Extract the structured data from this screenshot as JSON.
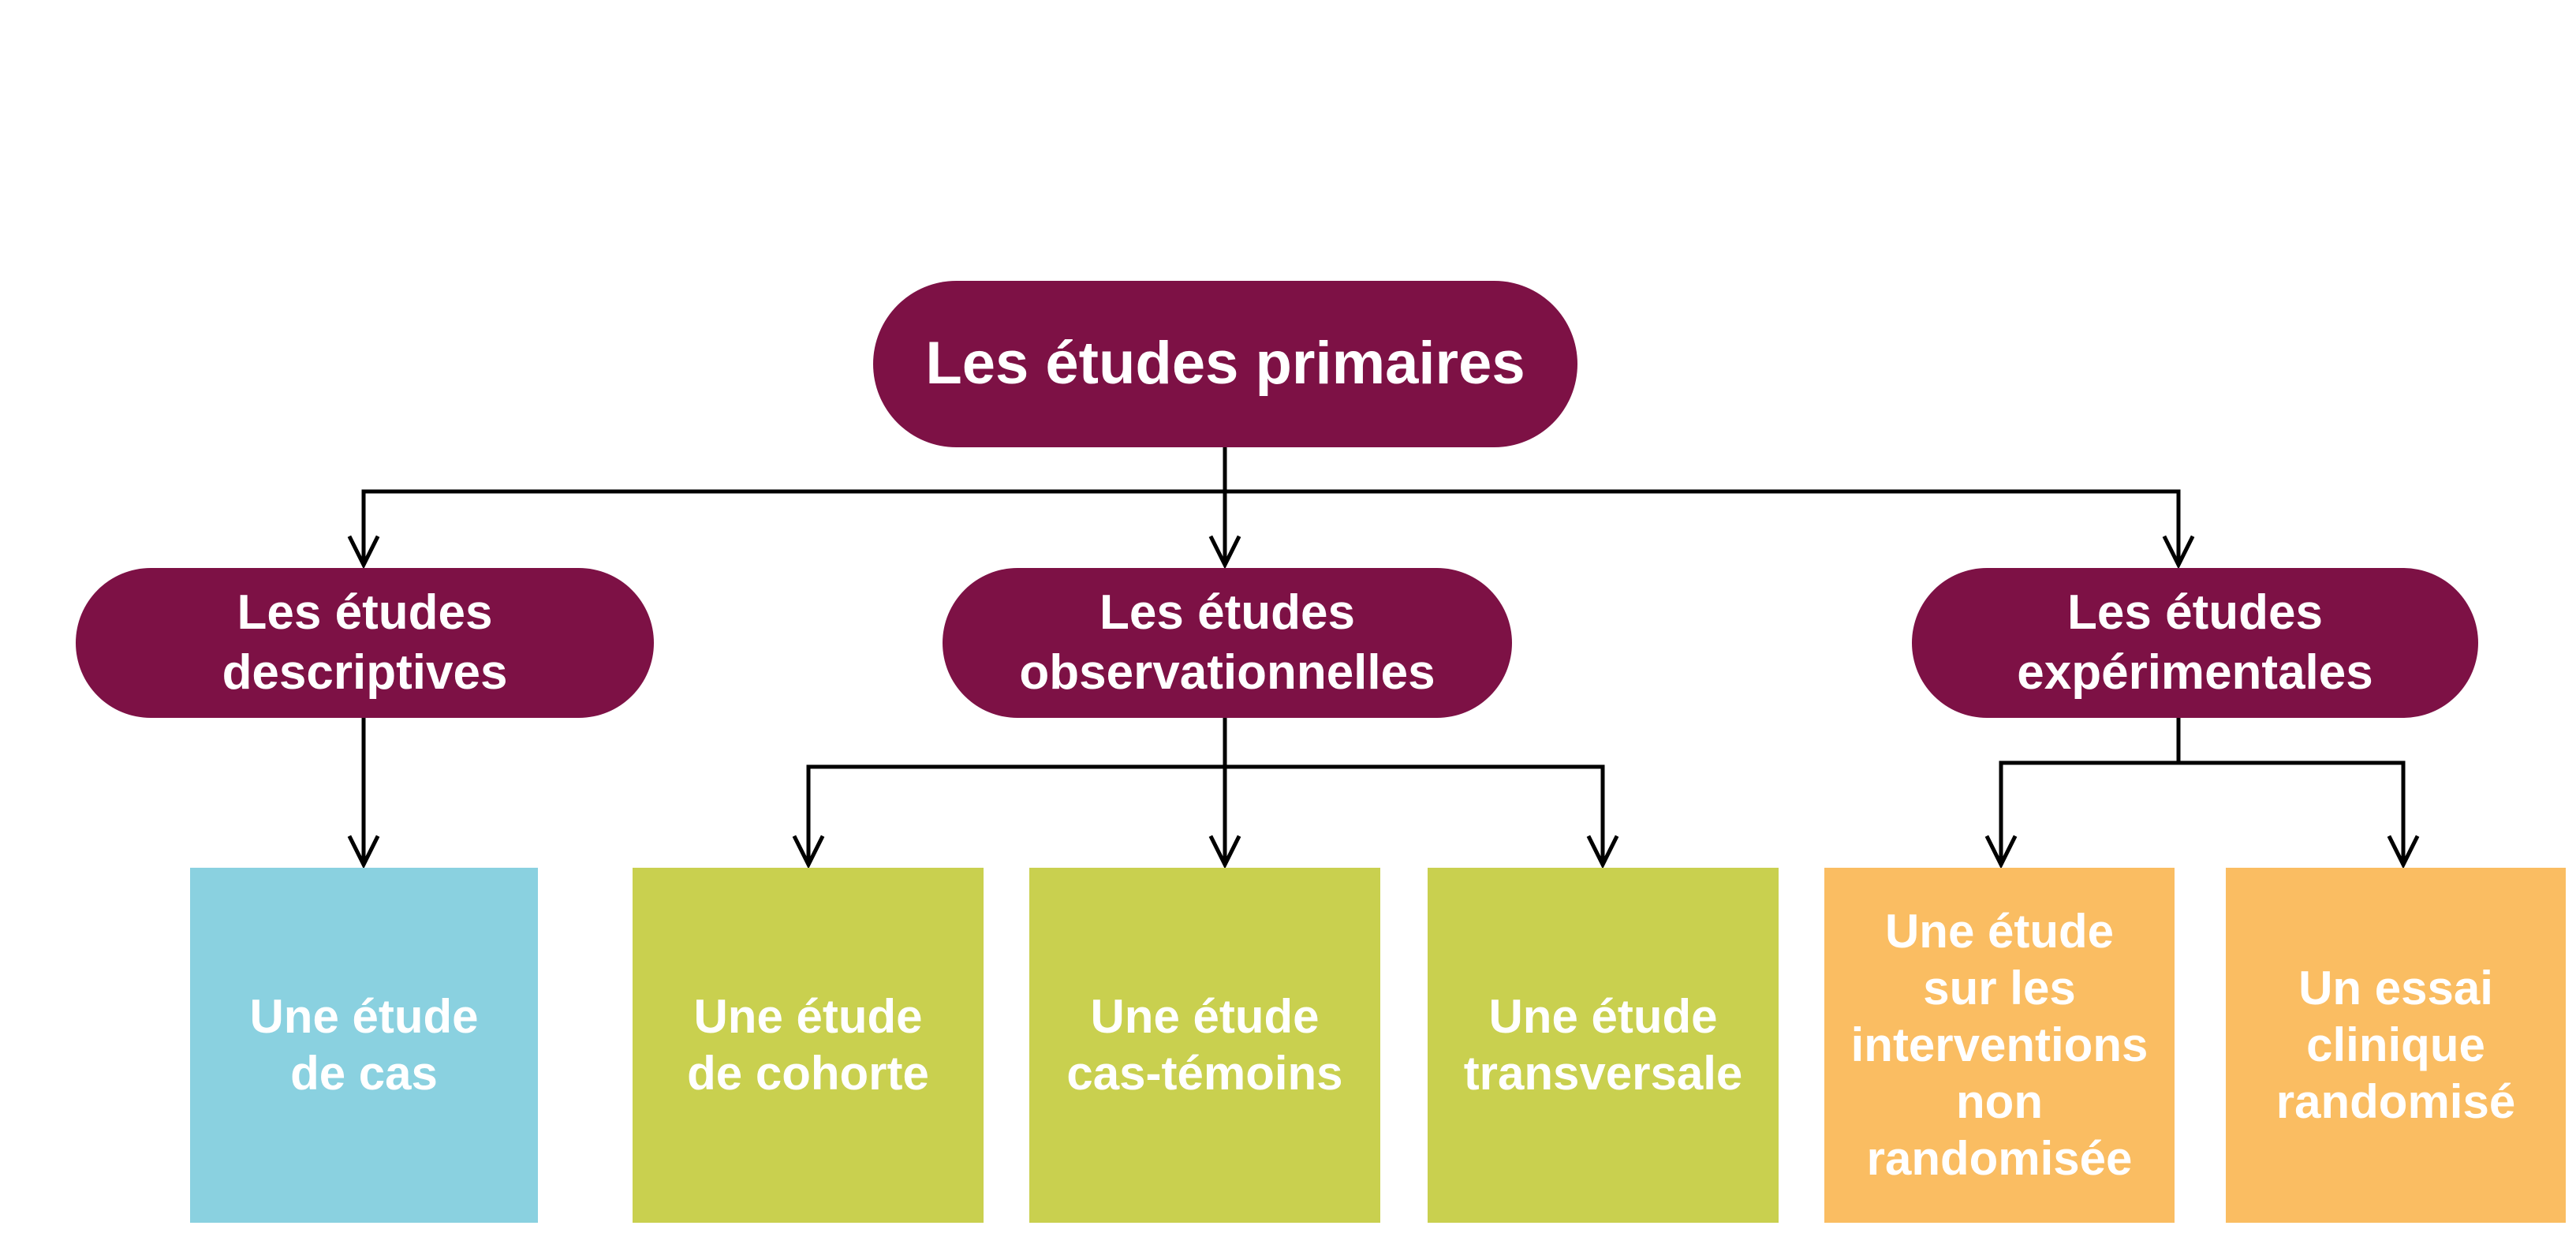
{
  "colors": {
    "maroon": "#7D1145",
    "blue": "#8AD1E0",
    "green": "#C9D04F",
    "orange": "#FABD62",
    "line": "#000000",
    "text": "#FFFFFF"
  },
  "root": {
    "label": "Les études primaires"
  },
  "branches": [
    {
      "label": "Les études\ndescriptives"
    },
    {
      "label": "Les études\nobservationnelles"
    },
    {
      "label": "Les études\nexpérimentales"
    }
  ],
  "leaves": [
    {
      "label": "Une étude\nde cas",
      "color": "blue"
    },
    {
      "label": "Une étude\nde cohorte",
      "color": "green"
    },
    {
      "label": "Une étude\ncas-témoins",
      "color": "green"
    },
    {
      "label": "Une étude\ntransversale",
      "color": "green"
    },
    {
      "label": "Une étude\nsur les\ninterventions\nnon\nrandomisée",
      "color": "orange"
    },
    {
      "label": "Un essai\nclinique\nrandomisé",
      "color": "orange"
    }
  ]
}
